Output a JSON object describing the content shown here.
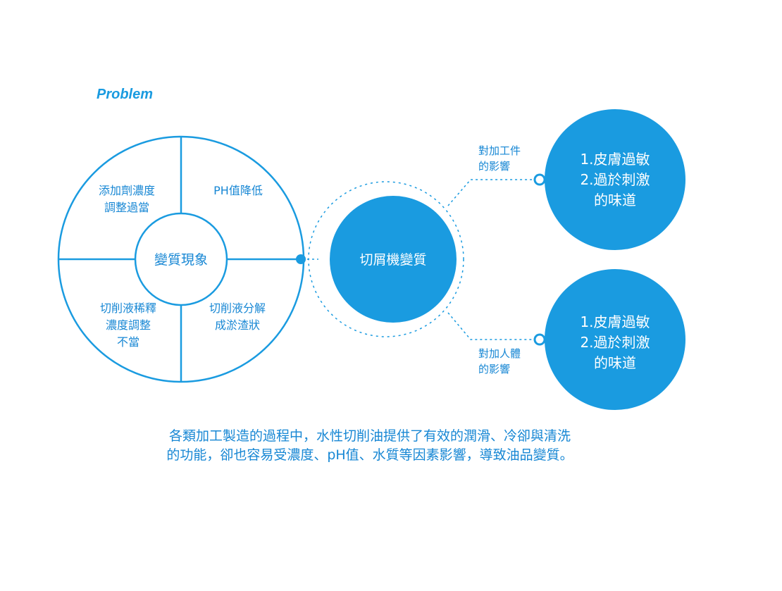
{
  "title": "Problem",
  "wheel": {
    "center": "變質現象",
    "quadrants": {
      "top_left": [
        "添加劑濃度",
        "調整過當"
      ],
      "top_right": [
        "PH值降低"
      ],
      "bottom_left": [
        "切削液稀釋",
        "濃度調整",
        "不當"
      ],
      "bottom_right": [
        "切削液分解",
        "成淤渣狀"
      ]
    }
  },
  "hub": {
    "label": "切屑機變質"
  },
  "branches": [
    {
      "label_lines": [
        "對加工件",
        "的影響"
      ],
      "effects": [
        "1.皮膚過敏",
        "2.過於刺激",
        "的味道"
      ]
    },
    {
      "label_lines": [
        "對加人體",
        "的影響"
      ],
      "effects": [
        "1.皮膚過敏",
        "2.過於刺激",
        "的味道"
      ]
    }
  ],
  "caption": [
    "各類加工製造的過程中，水性切削油提供了有效的潤滑、冷卻與清洗",
    "的功能，卻也容易受濃度、pH值、水質等因素影響，導致油品變質。"
  ],
  "colors": {
    "primary": "#1a9be0",
    "text_on_circle": "#ffffff",
    "dark_text": "#1787d4"
  }
}
